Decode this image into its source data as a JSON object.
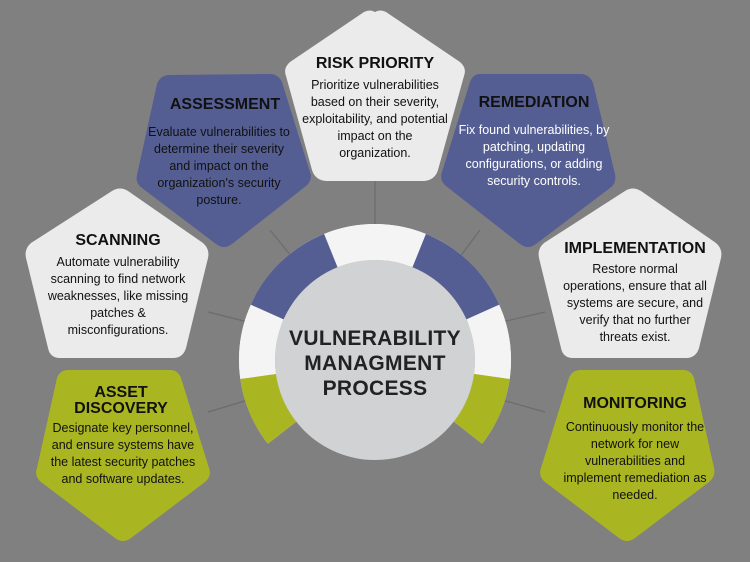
{
  "center": {
    "title_lines": [
      "VULNERABILITY",
      "MANAGMENT",
      "PROCESS"
    ]
  },
  "colors": {
    "background": "#808080",
    "navy": "#545e93",
    "lime": "#a9b622",
    "light": "#ebebeb",
    "center_disk": "#d1d2d3"
  },
  "stages": [
    {
      "id": "asset-discovery",
      "title": "ASSET DISCOVERY",
      "description": "Designate key personnel, and ensure systems have the latest security patches and software updates.",
      "color": "#a9b622"
    },
    {
      "id": "scanning",
      "title": "SCANNING",
      "description": "Automate vulnerability scanning to find network weaknesses, like missing patches & misconfigurations.",
      "color": "#ebebeb"
    },
    {
      "id": "assessment",
      "title": "ASSESSMENT",
      "description": "Evaluate vulnerabilities to determine their severity and impact on the organization's security posture.",
      "color": "#545e93"
    },
    {
      "id": "risk-priority",
      "title": "RISK PRIORITY",
      "description": "Prioritize vulnerabilities based on their severity, exploitability, and potential impact on the organization.",
      "color": "#ebebeb"
    },
    {
      "id": "remediation",
      "title": "REMEDIATION",
      "description": "Fix found vulnerabilities, by patching, updating configurations, or adding security controls.",
      "color": "#545e93"
    },
    {
      "id": "implementation",
      "title": "IMPLEMENTATION",
      "description": "Restore normal operations, ensure that all systems are secure, and verify that no further threats exist.",
      "color": "#ebebeb"
    },
    {
      "id": "monitoring",
      "title": "MONITORING",
      "description": "Continuously monitor the network for new vulnerabilities and implement remediation as needed.",
      "color": "#a9b622"
    }
  ]
}
